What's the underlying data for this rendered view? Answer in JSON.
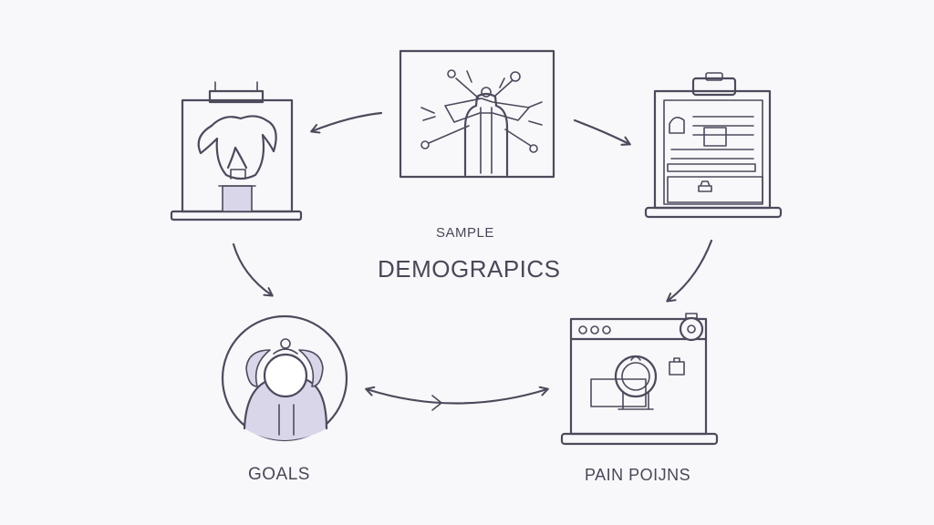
{
  "center": {
    "subtitle": "SAMPLE",
    "title": "DEMOGRAPICS"
  },
  "nodes": {
    "goals": "GOALS",
    "pain_points": "PAIN POIJNS"
  },
  "colors": {
    "ink": "#4d4a5c",
    "accent_fill": "#d9d6ea",
    "background": "#f8f8fa"
  },
  "icons": [
    "target-persona-frame-icon",
    "clipboard-laptop-icon",
    "profile-board-icon",
    "person-circle-icon",
    "browser-laptop-icon"
  ]
}
